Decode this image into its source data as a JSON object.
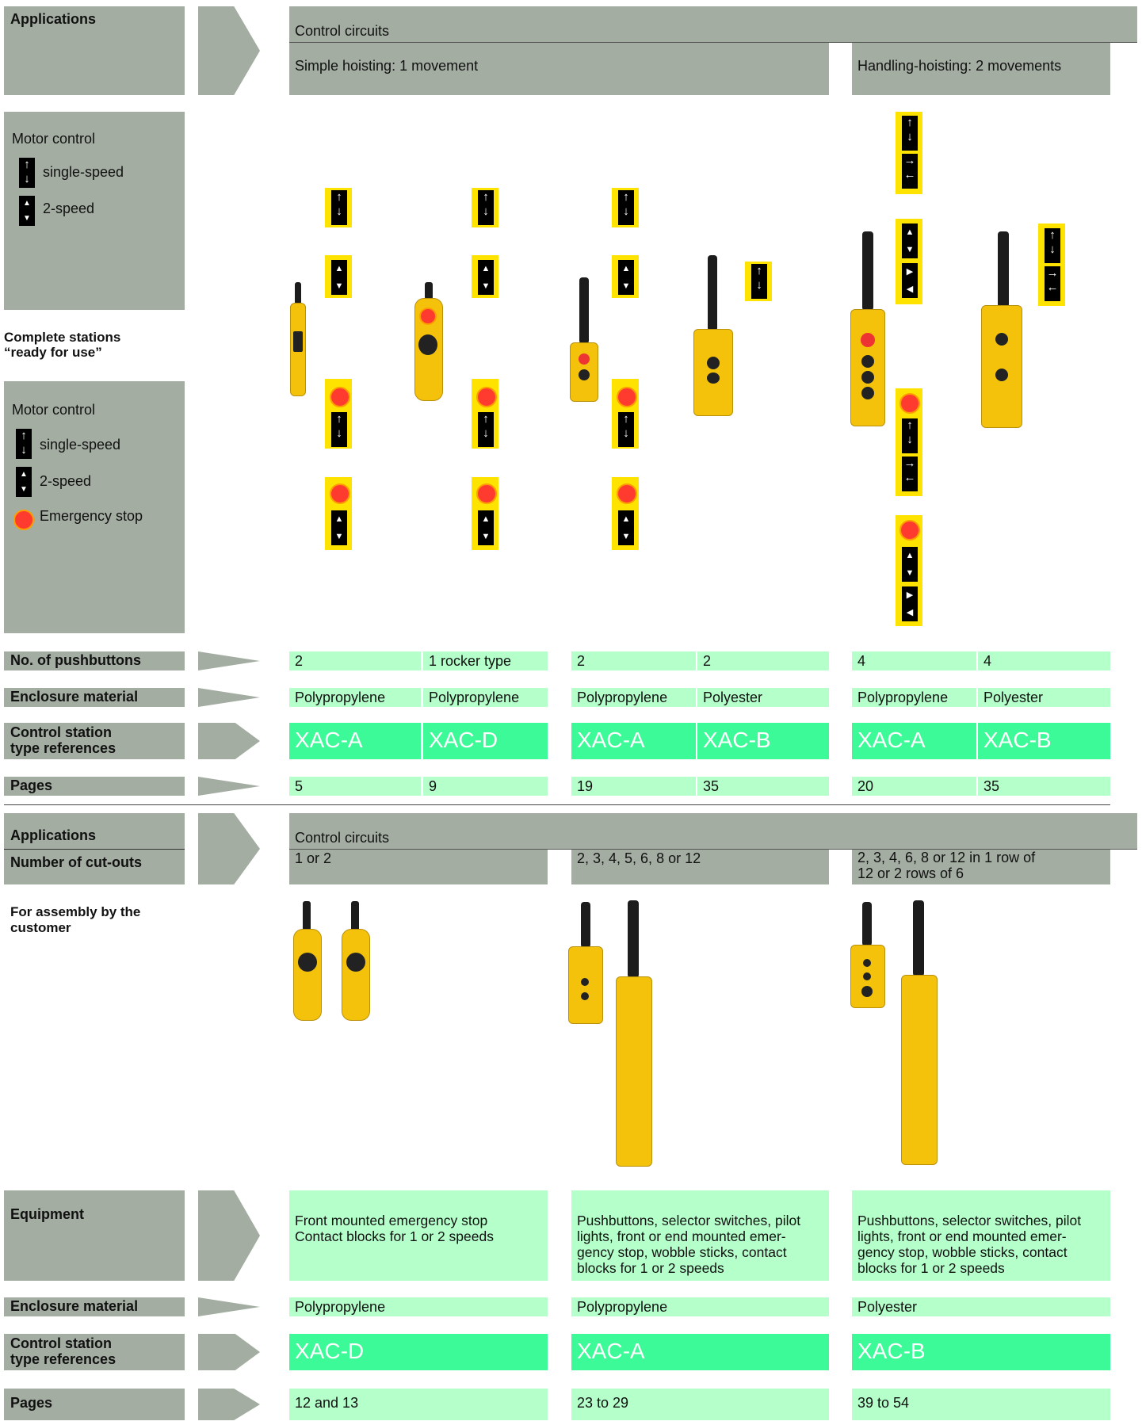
{
  "top": {
    "applications_label": "Applications",
    "control_circuits": "Control circuits",
    "simple_hoisting": "Simple hoisting: 1 movement",
    "handling_hoisting": "Handling-hoisting: 2 movements",
    "motor_control_label": "Motor control",
    "single_speed": "single-speed",
    "two_speed": "2-speed",
    "complete_stations_1": "Complete stations",
    "complete_stations_2": "“ready for use”",
    "motor_control_label_2": "Motor control",
    "single_speed_2": "single-speed",
    "two_speed_2": "2-speed",
    "emergency_stop": "Emergency stop",
    "pushbuttons_label": "No. of pushbuttons",
    "pushbuttons": [
      "2",
      "1 rocker type",
      "2",
      "2",
      "4",
      "4"
    ],
    "enclosure_label": "Enclosure material",
    "enclosure": [
      "Polypropylene",
      "Polypropylene",
      "Polypropylene",
      "Polyester",
      "Polypropylene",
      "Polyester"
    ],
    "refs_label_1": "Control station",
    "refs_label_2": "type references",
    "refs": [
      "XAC-A",
      "XAC-D",
      "XAC-A",
      "XAC-B",
      "XAC-A",
      "XAC-B"
    ],
    "pages_label": "Pages",
    "pages": [
      "5",
      "9",
      "19",
      "35",
      "20",
      "35"
    ]
  },
  "bottom": {
    "applications_label": "Applications",
    "control_circuits": "Control circuits",
    "cutouts_label": "Number of cut-outs",
    "cutouts": [
      "1 or 2",
      "2, 3, 4, 5, 6, 8 or 12",
      "2, 3, 4, 6, 8 or 12 in 1 row of",
      "12 or 2 rows of 6"
    ],
    "assembly_1": "For assembly by the",
    "assembly_2": "customer",
    "equipment_label": "Equipment",
    "equipment_1": [
      "Front mounted emergency stop",
      "Contact blocks for 1 or 2 speeds"
    ],
    "equipment_2": [
      "Pushbuttons, selector switches, pilot",
      "lights, front or end mounted emer-",
      "gency stop, wobble sticks, contact",
      "blocks for 1 or 2 speeds"
    ],
    "equipment_3": [
      "Pushbuttons, selector switches, pilot",
      "lights, front or end mounted emer-",
      "gency stop, wobble sticks, contact",
      "blocks for 1 or 2 speeds"
    ],
    "enclosure_label": "Enclosure material",
    "enclosure": [
      "Polypropylene",
      "Polypropylene",
      "Polyester"
    ],
    "refs_label_1": "Control station",
    "refs_label_2": "type references",
    "refs": [
      "XAC-D",
      "XAC-A",
      "XAC-B"
    ],
    "pages_label": "Pages",
    "pages": [
      "12 and 13",
      "23 to 29",
      "39 to 54"
    ]
  },
  "icons": {
    "arrow_up": "↑",
    "arrow_down": "↓",
    "arrow_right": "→",
    "arrow_left": "←",
    "double_up": "▲",
    "double_down": "▼",
    "fast_right": "▶",
    "fast_left": "◀"
  },
  "colors": {
    "gray_band": "#a3ada2",
    "mint": "#b4ffca",
    "green_ref": "#3dfa98",
    "yellow": "#ffe300",
    "pendant": "#f5c20b",
    "estop": "#ff3b2f"
  }
}
